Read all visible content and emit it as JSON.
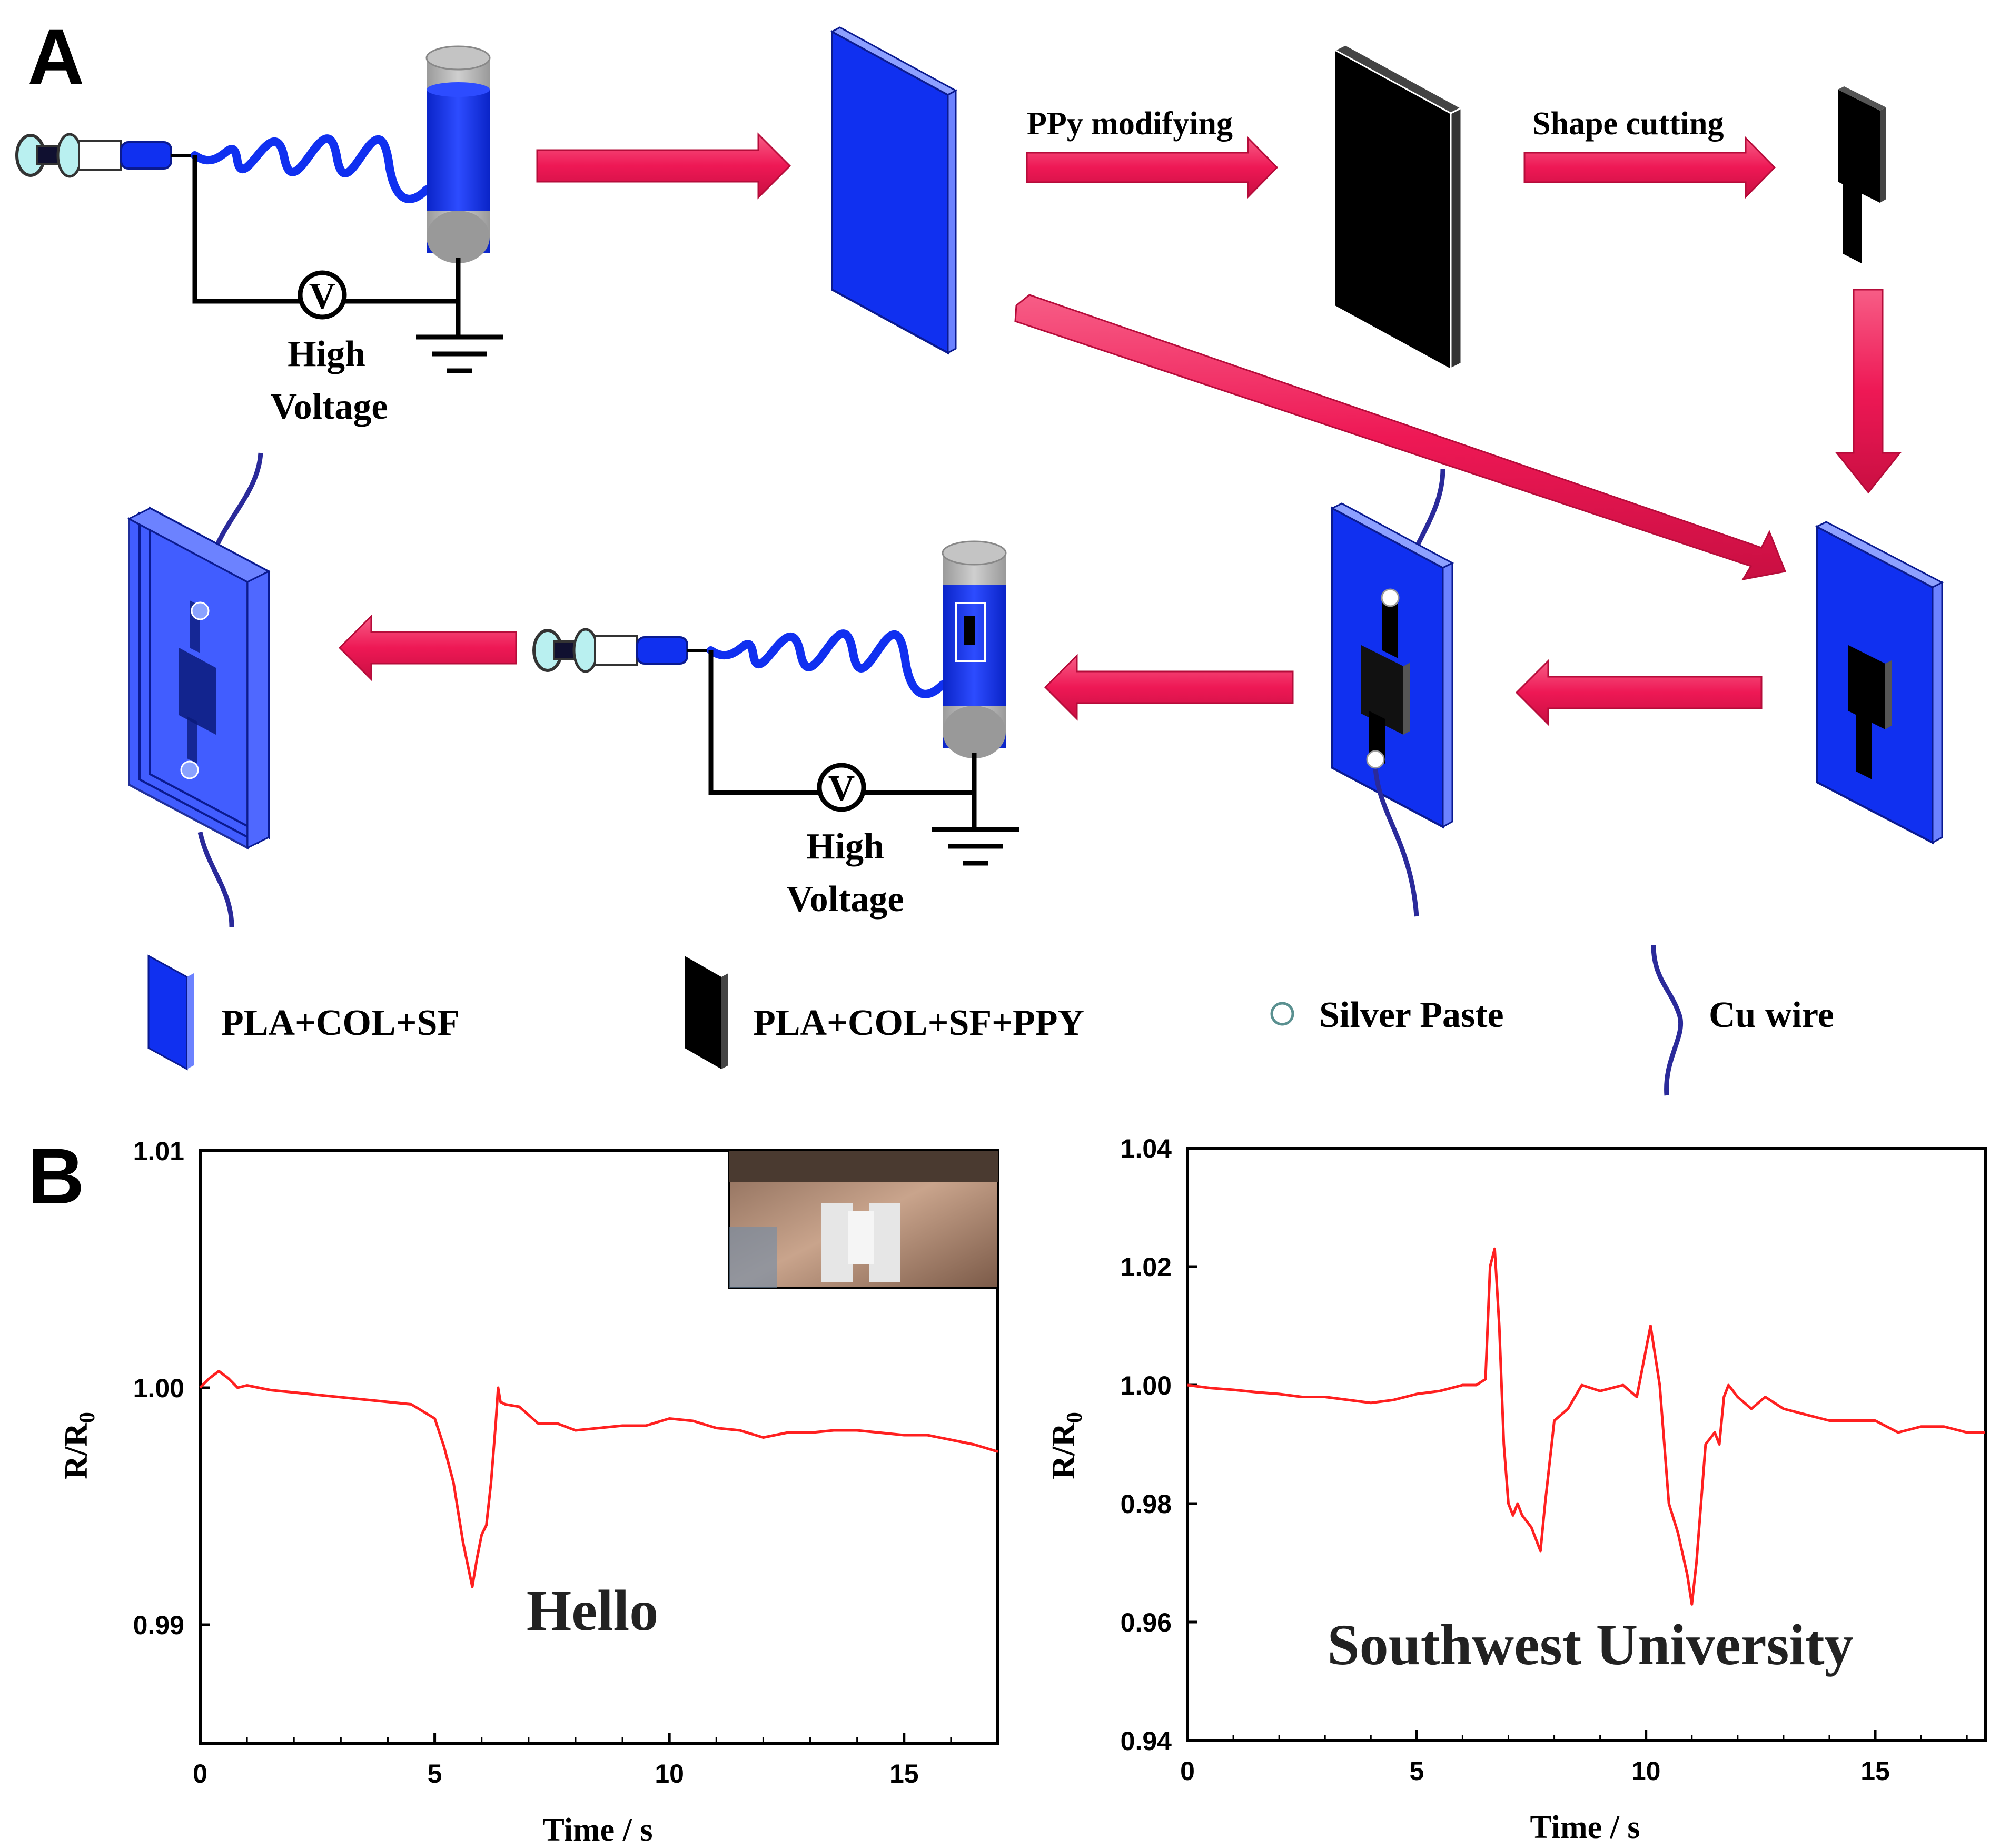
{
  "panel_a": {
    "label": "A",
    "step1_label": "PPy modifying",
    "step2_label": "Shape cutting",
    "hv_top": [
      "High",
      "Voltage"
    ],
    "hv_bottom": [
      "High",
      "Voltage"
    ],
    "voltmeter_symbol": "V",
    "colors": {
      "membrane": "#1030f0",
      "conductive": "#000000",
      "arrow": "#ee1855",
      "wire": "#2a2a9a"
    },
    "legend": [
      {
        "icon": "blue-membrane-icon",
        "label": "PLA+COL+SF"
      },
      {
        "icon": "black-membrane-icon",
        "label": "PLA+COL+SF+PPY"
      },
      {
        "icon": "silver-dot-icon",
        "label": "Silver Paste"
      },
      {
        "icon": "wire-icon",
        "label": "Cu wire"
      }
    ]
  },
  "panel_b": {
    "label": "B"
  },
  "chart_data": [
    {
      "type": "line",
      "annotation": "Hello",
      "xlabel": "Time / s",
      "ylabel": "R/R0",
      "xlim": [
        0,
        17
      ],
      "ylim": [
        0.985,
        1.01
      ],
      "xticks": [
        0,
        5,
        10,
        15
      ],
      "yticks": [
        0.99,
        1.0,
        1.01
      ],
      "ytick_labels": [
        "0.99",
        "1.00",
        "1.01"
      ],
      "color": "#ff2020",
      "x": [
        0,
        0.2,
        0.4,
        0.6,
        0.8,
        1.0,
        1.5,
        2.0,
        2.5,
        3.0,
        3.5,
        4.0,
        4.5,
        5.0,
        5.2,
        5.4,
        5.6,
        5.8,
        5.9,
        6.0,
        6.1,
        6.2,
        6.3,
        6.35,
        6.4,
        6.5,
        6.8,
        7.2,
        7.6,
        8.0,
        8.5,
        9.0,
        9.5,
        10.0,
        10.5,
        11.0,
        11.5,
        12.0,
        12.5,
        13.0,
        13.5,
        14.0,
        14.5,
        15.0,
        15.5,
        16.0,
        16.5,
        17.0
      ],
      "y": [
        1.0,
        1.0004,
        1.0007,
        1.0004,
        1.0,
        1.0001,
        0.9999,
        0.9998,
        0.9997,
        0.9996,
        0.9995,
        0.9994,
        0.9993,
        0.9987,
        0.9975,
        0.996,
        0.9935,
        0.9916,
        0.9928,
        0.9938,
        0.9942,
        0.996,
        0.9985,
        1.0,
        0.9994,
        0.9993,
        0.9992,
        0.9985,
        0.9985,
        0.9982,
        0.9983,
        0.9984,
        0.9984,
        0.9987,
        0.9986,
        0.9983,
        0.9982,
        0.9979,
        0.9981,
        0.9981,
        0.9982,
        0.9982,
        0.9981,
        0.998,
        0.998,
        0.9978,
        0.9976,
        0.9973
      ]
    },
    {
      "type": "line",
      "annotation": "Southwest University",
      "xlabel": "Time / s",
      "ylabel": "R/R0",
      "xlim": [
        0,
        17.4
      ],
      "ylim": [
        0.94,
        1.04
      ],
      "xticks": [
        0,
        5,
        10,
        15
      ],
      "yticks": [
        0.94,
        0.96,
        0.98,
        1.0,
        1.02,
        1.04
      ],
      "ytick_labels": [
        "0.94",
        "0.96",
        "0.98",
        "1.00",
        "1.02",
        "1.04"
      ],
      "color": "#ff2020",
      "x": [
        0,
        0.5,
        1.0,
        1.5,
        2.0,
        2.5,
        3.0,
        3.5,
        4.0,
        4.5,
        5.0,
        5.5,
        6.0,
        6.3,
        6.5,
        6.6,
        6.7,
        6.8,
        6.9,
        7.0,
        7.1,
        7.2,
        7.3,
        7.5,
        7.7,
        7.8,
        8.0,
        8.3,
        8.6,
        9.0,
        9.5,
        9.8,
        10.0,
        10.1,
        10.3,
        10.5,
        10.7,
        10.9,
        11.0,
        11.1,
        11.2,
        11.3,
        11.5,
        11.6,
        11.7,
        11.8,
        12.0,
        12.3,
        12.6,
        13.0,
        13.5,
        14.0,
        14.5,
        15.0,
        15.5,
        16.0,
        16.5,
        17.0,
        17.4
      ],
      "y": [
        1.0,
        0.9995,
        0.9992,
        0.9988,
        0.9985,
        0.998,
        0.998,
        0.9975,
        0.997,
        0.9975,
        0.9985,
        0.999,
        1.0,
        1.0,
        1.001,
        1.02,
        1.023,
        1.01,
        0.99,
        0.98,
        0.978,
        0.98,
        0.978,
        0.976,
        0.972,
        0.98,
        0.994,
        0.996,
        1.0,
        0.999,
        1.0,
        0.998,
        1.006,
        1.01,
        1.0,
        0.98,
        0.975,
        0.968,
        0.963,
        0.97,
        0.98,
        0.99,
        0.992,
        0.99,
        0.998,
        1.0,
        0.998,
        0.996,
        0.998,
        0.996,
        0.995,
        0.994,
        0.994,
        0.994,
        0.992,
        0.993,
        0.993,
        0.992,
        0.992
      ]
    }
  ]
}
